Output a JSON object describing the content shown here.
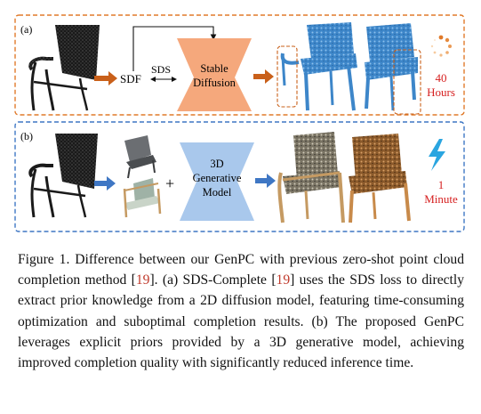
{
  "figure": {
    "panel_a": {
      "tag": "(a)",
      "sdf_label": "SDF",
      "sds_label": "SDS",
      "model_label_line1": "Stable",
      "model_label_line2": "Diffusion",
      "time_value": "40",
      "time_unit": "Hours"
    },
    "panel_b": {
      "tag": "(b)",
      "plus": "+",
      "model_label_line1": "3D",
      "model_label_line2": "Generative",
      "model_label_line3": "Model",
      "time_value": "1",
      "time_unit": "Minute"
    }
  },
  "caption": {
    "p1": "Figure 1. Difference between our GenPC with previous zero-shot point cloud completion method [",
    "cite1": "19",
    "p2": "]. (a) SDS-Complete [",
    "cite2": "19",
    "p3": "] uses the SDS loss to directly extract prior knowledge from a 2D diffusion model, featuring time-consuming optimization and suboptimal completion results. (b) The proposed GenPC leverages explicit priors provided by a 3D generative model, achieving improved completion quality with significantly reduced inference time."
  },
  "colors": {
    "orange_accent": "#e07a2a",
    "blue_accent": "#3f77c4",
    "stable_diffusion_fill": "#f5a87c",
    "generative_fill": "#a9c8ec",
    "point_blue": "#3d86c9",
    "time_red": "#d62020",
    "lightning": "#2aa5e0"
  }
}
